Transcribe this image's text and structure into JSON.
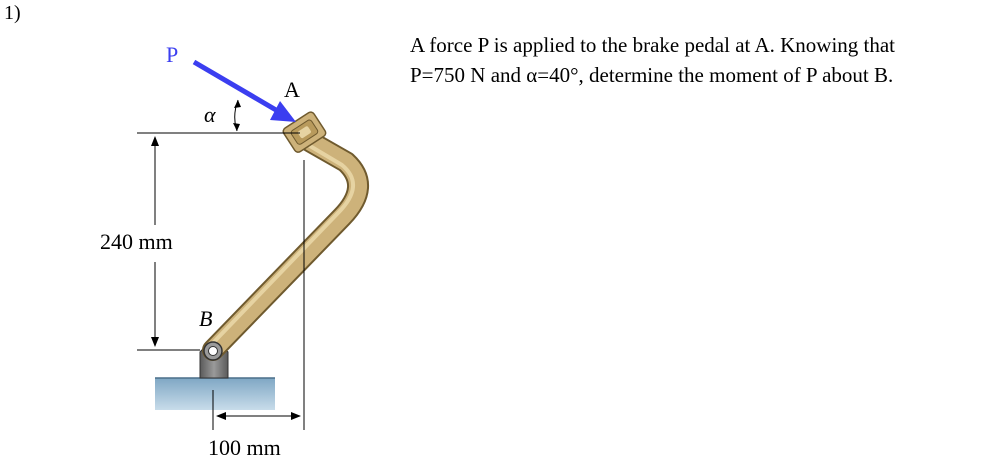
{
  "problem_number": "1)",
  "problem_text": {
    "line1": "A force P is applied to the brake pedal at A. Knowing that",
    "line2": "P=750 N and α=40°, determine the moment of P about B."
  },
  "figure": {
    "force_label": "P",
    "point_a_label": "A",
    "point_b_label": "B",
    "angle_label": "α",
    "vertical_dimension": "240 mm",
    "horizontal_dimension": "100 mm"
  },
  "colors": {
    "force_arrow": "#3b3ef0",
    "pedal": "#cdb27a",
    "pedal_edge": "#7d6638",
    "ground": "#9cbfd8",
    "pivot": "#7a7a7a"
  }
}
